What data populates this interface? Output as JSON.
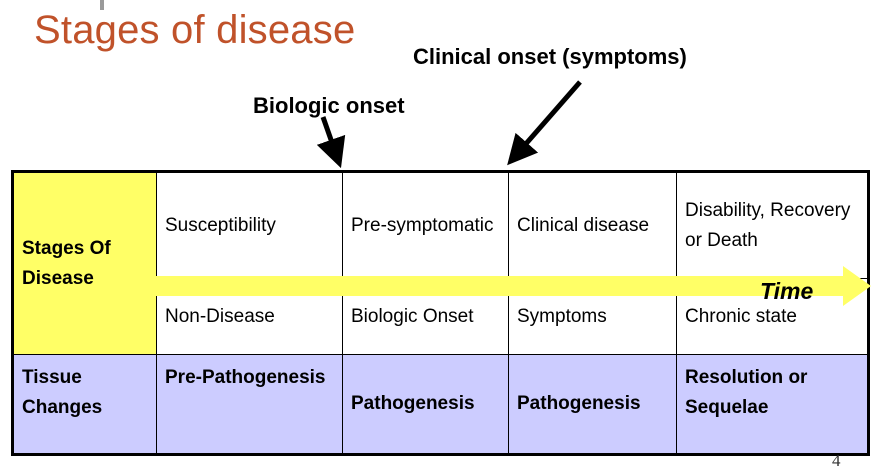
{
  "title": "Stages of disease",
  "annotations": {
    "clinical_onset": "Clinical onset (symptoms)",
    "biologic_onset": "Biologic onset"
  },
  "table": {
    "row1": {
      "header": "Stages Of Disease",
      "cells": [
        "Susceptibility",
        "Pre-symptomatic",
        "Clinical disease",
        "Disability, Recovery or Death"
      ]
    },
    "row2": {
      "cells": [
        "Non-Disease",
        "Biologic Onset",
        "Symptoms",
        "Chronic state"
      ]
    },
    "row3": {
      "header": "Tissue Changes",
      "cells": [
        "Pre-Pathogenesis",
        "Pathogenesis",
        "Pathogenesis",
        "Resolution or Sequelae"
      ]
    }
  },
  "time_label": "Time",
  "page_number": "4",
  "colors": {
    "title": "#c0522a",
    "yellow_cell": "#ffff66",
    "lavender_row": "#ccccff",
    "time_arrow": "#ffff66"
  }
}
